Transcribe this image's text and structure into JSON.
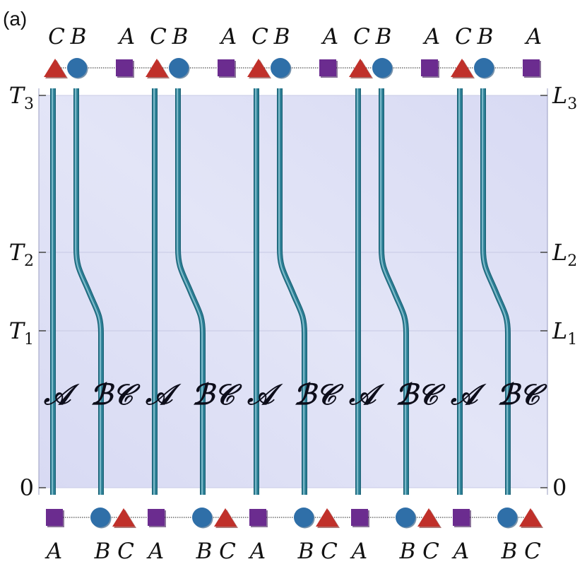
{
  "panel_label": "(a)",
  "time_axis": {
    "ticks": [
      {
        "key": "zero",
        "base": "0",
        "sub": ""
      },
      {
        "key": "t1",
        "base": "T",
        "sub": "1"
      },
      {
        "key": "t2",
        "base": "T",
        "sub": "2"
      },
      {
        "key": "t3",
        "base": "T",
        "sub": "3"
      }
    ]
  },
  "length_axis": {
    "ticks": [
      {
        "key": "zero",
        "base": "0",
        "sub": ""
      },
      {
        "key": "l1",
        "base": "L",
        "sub": "1"
      },
      {
        "key": "l2",
        "base": "L",
        "sub": "2"
      },
      {
        "key": "l3",
        "base": "L",
        "sub": "3"
      }
    ]
  },
  "unit_cells": 5,
  "top_row": {
    "labels": [
      "C",
      "B",
      "A"
    ],
    "sequence": [
      "triangle",
      "circle",
      "square"
    ]
  },
  "bottom_row": {
    "labels": [
      "A",
      "B",
      "C"
    ],
    "sequence": [
      "square",
      "circle",
      "triangle"
    ]
  },
  "strand_labels": {
    "a": "𝒜",
    "bc": "ℬ𝒞"
  },
  "colors": {
    "background": "#dddff5",
    "strand": "#2a7d93",
    "strand_highlight": "#8cc4d3",
    "triangle": "#c0302a",
    "circle": "#2f6fa8",
    "square": "#6b2c8f",
    "gridline": "#c6c8e4",
    "text": "#111111"
  }
}
